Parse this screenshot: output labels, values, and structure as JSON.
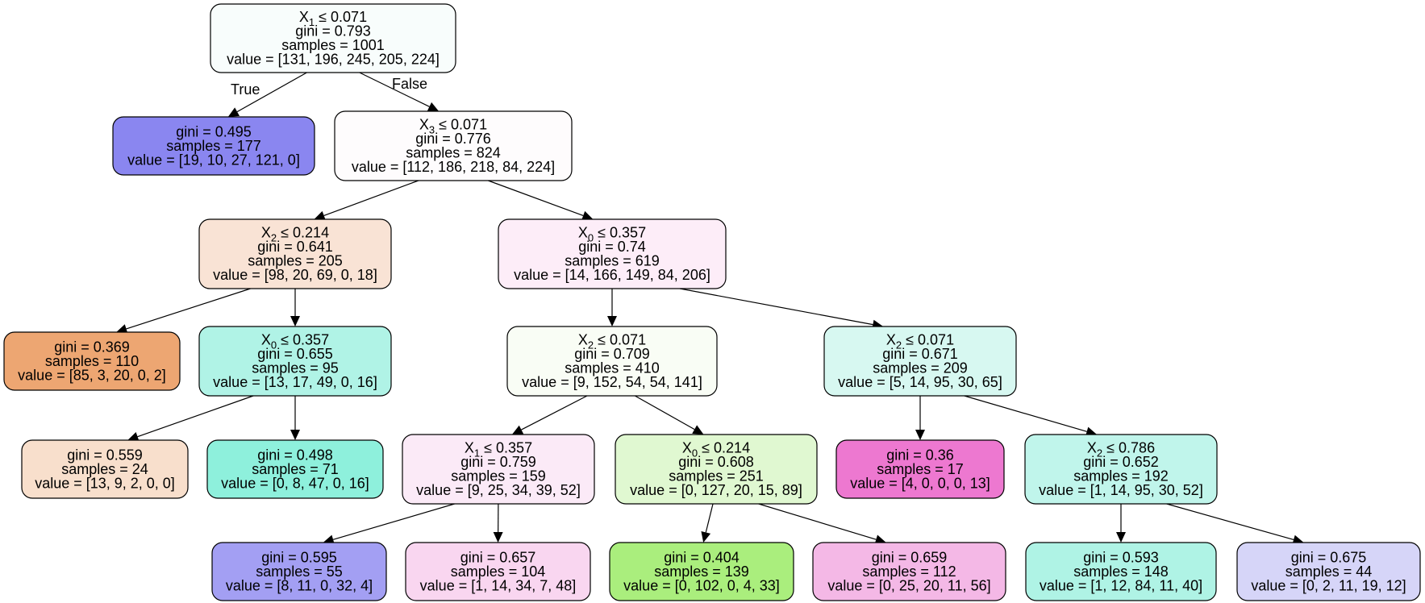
{
  "tree": {
    "edge_labels": {
      "true_label": "True",
      "false_label": "False"
    },
    "nodes": [
      {
        "id": "n0",
        "feature": "X",
        "sub": "1",
        "op": "≤ 0.071",
        "gini": "gini = 0.793",
        "samples": "samples = 1001",
        "value": "value = [131, 196, 245, 205, 224]",
        "fill": "#f8fdfc"
      },
      {
        "id": "n1",
        "gini": "gini = 0.495",
        "samples": "samples = 177",
        "value": "value = [19, 10, 27, 121, 0]",
        "fill": "#8a86f0"
      },
      {
        "id": "n2",
        "feature": "X",
        "sub": "3",
        "op": "≤ 0.071",
        "gini": "gini = 0.776",
        "samples": "samples = 824",
        "value": "value = [112, 186, 218, 84, 224]",
        "fill": "#fefcfd"
      },
      {
        "id": "n3",
        "feature": "X",
        "sub": "2",
        "op": "≤ 0.214",
        "gini": "gini = 0.641",
        "samples": "samples = 205",
        "value": "value = [98, 20, 69, 0, 18]",
        "fill": "#f9e3d5"
      },
      {
        "id": "n4",
        "feature": "X",
        "sub": "0",
        "op": "≤ 0.357",
        "gini": "gini = 0.74",
        "samples": "samples = 619",
        "value": "value = [14, 166, 149, 84, 206]",
        "fill": "#fdedf8"
      },
      {
        "id": "n5",
        "gini": "gini = 0.369",
        "samples": "samples = 110",
        "value": "value = [85, 3, 20, 0, 2]",
        "fill": "#eda672"
      },
      {
        "id": "n6",
        "feature": "X",
        "sub": "0",
        "op": "≤ 0.357",
        "gini": "gini = 0.655",
        "samples": "samples = 95",
        "value": "value = [13, 17, 49, 0, 16]",
        "fill": "#b0f3e6"
      },
      {
        "id": "n7",
        "feature": "X",
        "sub": "2",
        "op": "≤ 0.071",
        "gini": "gini = 0.709",
        "samples": "samples = 410",
        "value": "value = [9, 152, 54, 54, 141]",
        "fill": "#f9fdf5"
      },
      {
        "id": "n8",
        "feature": "X",
        "sub": "2",
        "op": "≤ 0.071",
        "gini": "gini = 0.671",
        "samples": "samples = 209",
        "value": "value = [5, 14, 95, 30, 65]",
        "fill": "#d7f8f1"
      },
      {
        "id": "n9",
        "gini": "gini = 0.559",
        "samples": "samples = 24",
        "value": "value = [13, 9, 2, 0, 0]",
        "fill": "#f8dfcc"
      },
      {
        "id": "n10",
        "gini": "gini = 0.498",
        "samples": "samples = 71",
        "value": "value = [0, 8, 47, 0, 16]",
        "fill": "#8ef0dc"
      },
      {
        "id": "n11",
        "feature": "X",
        "sub": "1",
        "op": "≤ 0.357",
        "gini": "gini = 0.759",
        "samples": "samples = 159",
        "value": "value = [9, 25, 34, 39, 52]",
        "fill": "#fbeaf7"
      },
      {
        "id": "n12",
        "feature": "X",
        "sub": "0",
        "op": "≤ 0.214",
        "gini": "gini = 0.608",
        "samples": "samples = 251",
        "value": "value = [0, 127, 20, 15, 89]",
        "fill": "#e0f8d1"
      },
      {
        "id": "n13",
        "gini": "gini = 0.36",
        "samples": "samples = 17",
        "value": "value = [4, 0, 0, 0, 13]",
        "fill": "#ed78d0"
      },
      {
        "id": "n14",
        "feature": "X",
        "sub": "2",
        "op": "≤ 0.786",
        "gini": "gini = 0.652",
        "samples": "samples = 192",
        "value": "value = [1, 14, 95, 30, 52]",
        "fill": "#c0f5eb"
      },
      {
        "id": "n15",
        "gini": "gini = 0.595",
        "samples": "samples = 55",
        "value": "value = [8, 11, 0, 32, 4]",
        "fill": "#a39ff3"
      },
      {
        "id": "n16",
        "gini": "gini = 0.657",
        "samples": "samples = 104",
        "value": "value = [1, 14, 34, 7, 48]",
        "fill": "#f9d6f0"
      },
      {
        "id": "n17",
        "gini": "gini = 0.404",
        "samples": "samples = 139",
        "value": "value = [0, 102, 0, 4, 33]",
        "fill": "#aaee7d"
      },
      {
        "id": "n18",
        "gini": "gini = 0.659",
        "samples": "samples = 112",
        "value": "value = [0, 25, 20, 11, 56]",
        "fill": "#f4b8e6"
      },
      {
        "id": "n19",
        "gini": "gini = 0.593",
        "samples": "samples = 148",
        "value": "value = [1, 12, 84, 11, 40]",
        "fill": "#aff3e5"
      },
      {
        "id": "n20",
        "gini": "gini = 0.675",
        "samples": "samples = 44",
        "value": "value = [0, 2, 11, 19, 12]",
        "fill": "#d6d5f8"
      }
    ],
    "edges": [
      [
        "n0",
        "n1"
      ],
      [
        "n0",
        "n2"
      ],
      [
        "n2",
        "n3"
      ],
      [
        "n2",
        "n4"
      ],
      [
        "n3",
        "n5"
      ],
      [
        "n3",
        "n6"
      ],
      [
        "n4",
        "n7"
      ],
      [
        "n4",
        "n8"
      ],
      [
        "n6",
        "n9"
      ],
      [
        "n6",
        "n10"
      ],
      [
        "n7",
        "n11"
      ],
      [
        "n7",
        "n12"
      ],
      [
        "n8",
        "n13"
      ],
      [
        "n8",
        "n14"
      ],
      [
        "n11",
        "n15"
      ],
      [
        "n11",
        "n16"
      ],
      [
        "n12",
        "n17"
      ],
      [
        "n12",
        "n18"
      ],
      [
        "n14",
        "n19"
      ],
      [
        "n14",
        "n20"
      ]
    ]
  }
}
